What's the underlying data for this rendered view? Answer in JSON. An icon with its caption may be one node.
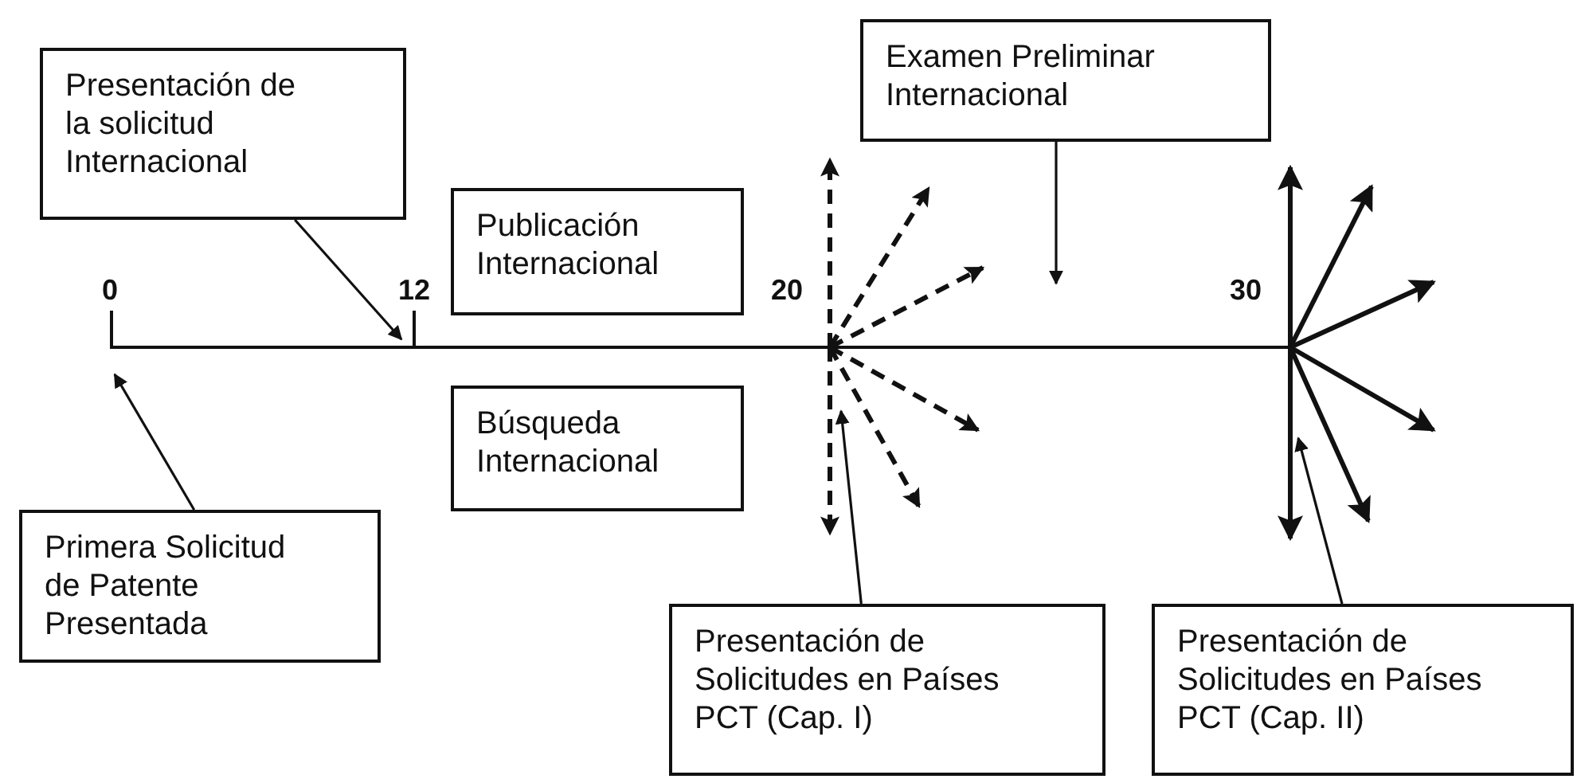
{
  "diagram": {
    "nodes": [
      {
        "text": [
          "Presentación de la solicitud Internacional"
        ]
      },
      {
        "text": [
          "Publicación Internacional"
        ]
      },
      {
        "text": [
          "Examen Preliminar Internacional"
        ]
      },
      {
        "text": [
          "Búsqueda Internacional"
        ]
      },
      {
        "text": [
          "Primera Solicitud de Patente Presentada"
        ]
      },
      {
        "text": [
          "Presentación de Solicitudes en Países PCT (Cap. I)"
        ]
      },
      {
        "text": [
          "Presentación de Solicitudes en Países PCT (Cap. II)"
        ]
      }
    ],
    "edges": [
      {
        "from": 0,
        "to": null,
        "arrow": "to"
      },
      {
        "from": 2,
        "to": null,
        "arrow": "to"
      },
      {
        "from": 4,
        "to": null,
        "arrow": "to"
      },
      {
        "from": 5,
        "to": null,
        "arrow": "to"
      },
      {
        "from": 6,
        "to": null,
        "arrow": "to"
      }
    ],
    "labels": [
      "0",
      "12",
      "20",
      "30"
    ]
  }
}
